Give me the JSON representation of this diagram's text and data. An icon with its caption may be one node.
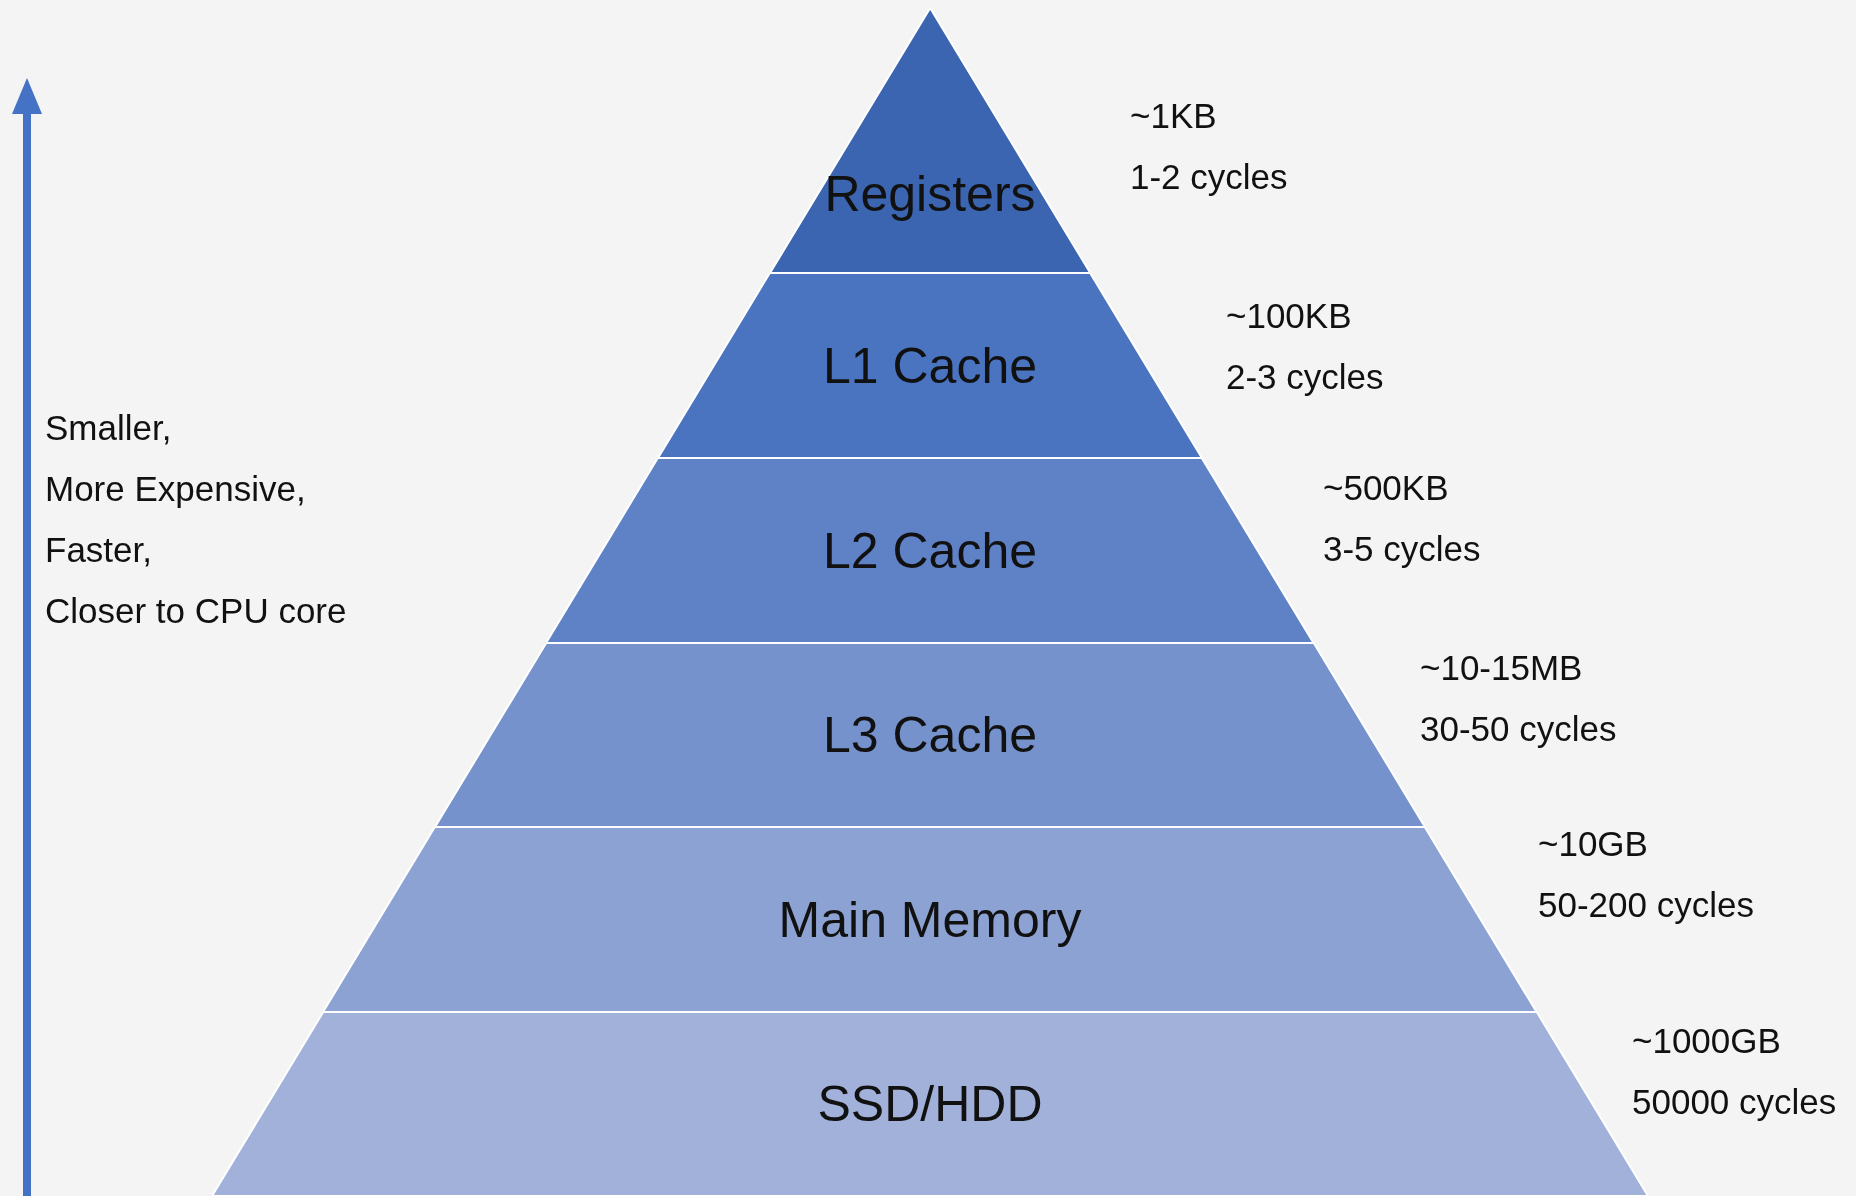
{
  "diagram": {
    "nodes": [
      {
        "text": [
          "Registers"
        ],
        "beside": [
          "~1KB",
          "1-2 cycles"
        ]
      },
      {
        "text": [
          "L1 Cache"
        ],
        "beside": [
          "~100KB",
          "2-3 cycles"
        ]
      },
      {
        "text": [
          "L2 Cache"
        ],
        "beside": [
          "~500KB",
          "3-5 cycles"
        ]
      },
      {
        "text": [
          "L3 Cache"
        ],
        "beside": [
          "~10-15MB",
          "30-50 cycles"
        ]
      },
      {
        "text": [
          "Main Memory"
        ],
        "beside": [
          "~10GB",
          "50-200 cycles"
        ]
      },
      {
        "text": [
          "SSD/HDD"
        ],
        "beside": [
          "~1000GB",
          "50000 cycles"
        ]
      }
    ],
    "labels": [
      "Smaller,",
      "More Expensive,",
      "Faster,",
      "Closer to CPU core"
    ]
  }
}
